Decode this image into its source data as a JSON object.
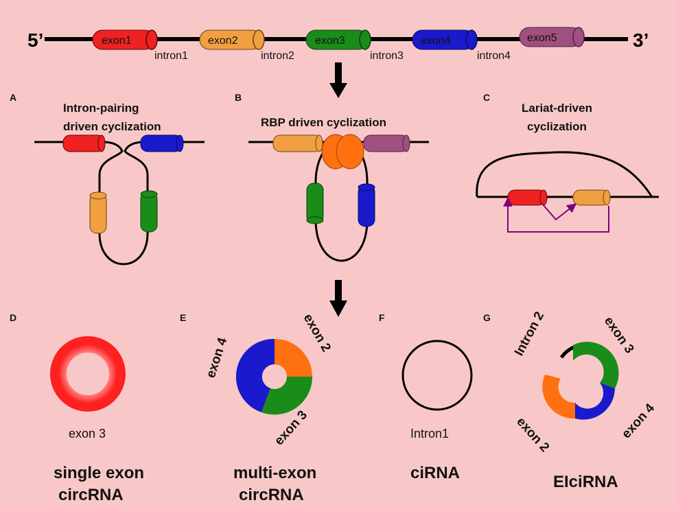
{
  "colors": {
    "exon1": "#ee2222",
    "exon2": "#f0a040",
    "exon3": "#1a8c1a",
    "exon4": "#1a1acc",
    "exon5": "#a05080",
    "rbp": "#ff7010",
    "lariat_arrow": "#800080",
    "background": "#f8c8c8"
  },
  "gene": {
    "five_prime": "5’",
    "three_prime": "3’",
    "exons": [
      "exon1",
      "exon2",
      "exon3",
      "exon4",
      "exon5"
    ],
    "introns": [
      "intron1",
      "intron2",
      "intron3",
      "intron4"
    ]
  },
  "panels": {
    "A": {
      "letter": "A",
      "title_line1": "Intron-pairing",
      "title_line2": "driven cyclization"
    },
    "B": {
      "letter": "B",
      "title": "RBP driven cyclization"
    },
    "C": {
      "letter": "C",
      "title_line1": "Lariat-driven",
      "title_line2": "cyclization"
    },
    "D": {
      "letter": "D",
      "label": "exon 3",
      "name_line1": "single exon",
      "name_line2": "circRNA"
    },
    "E": {
      "letter": "E",
      "label_exon4": "exon 4",
      "label_exon2": "exon 2",
      "label_exon3": "exon 3",
      "name_line1": "multi-exon",
      "name_line2": "circRNA"
    },
    "F": {
      "letter": "F",
      "label": "Intron1",
      "name": "ciRNA"
    },
    "G": {
      "letter": "G",
      "label_intron2": "Intron 2",
      "label_exon3": "exon 3",
      "label_exon4": "exon 4",
      "label_exon2": "exon 2",
      "name": "EIciRNA"
    }
  }
}
